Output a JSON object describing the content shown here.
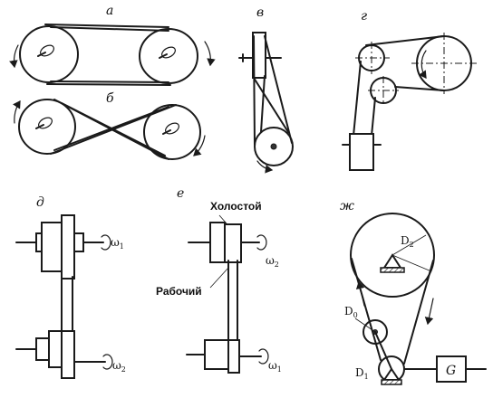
{
  "panels": {
    "a": "а",
    "b": "б",
    "v": "в",
    "g": "г",
    "d": "д",
    "e": "е",
    "zh": "ж"
  },
  "labels": {
    "idle": "Холостой",
    "working": "Рабочий",
    "omega": "ω",
    "sub1": "1",
    "sub2": "2",
    "D": "D",
    "D0sub": "0",
    "D1sub": "1",
    "D2sub": "2",
    "generator": "G"
  }
}
